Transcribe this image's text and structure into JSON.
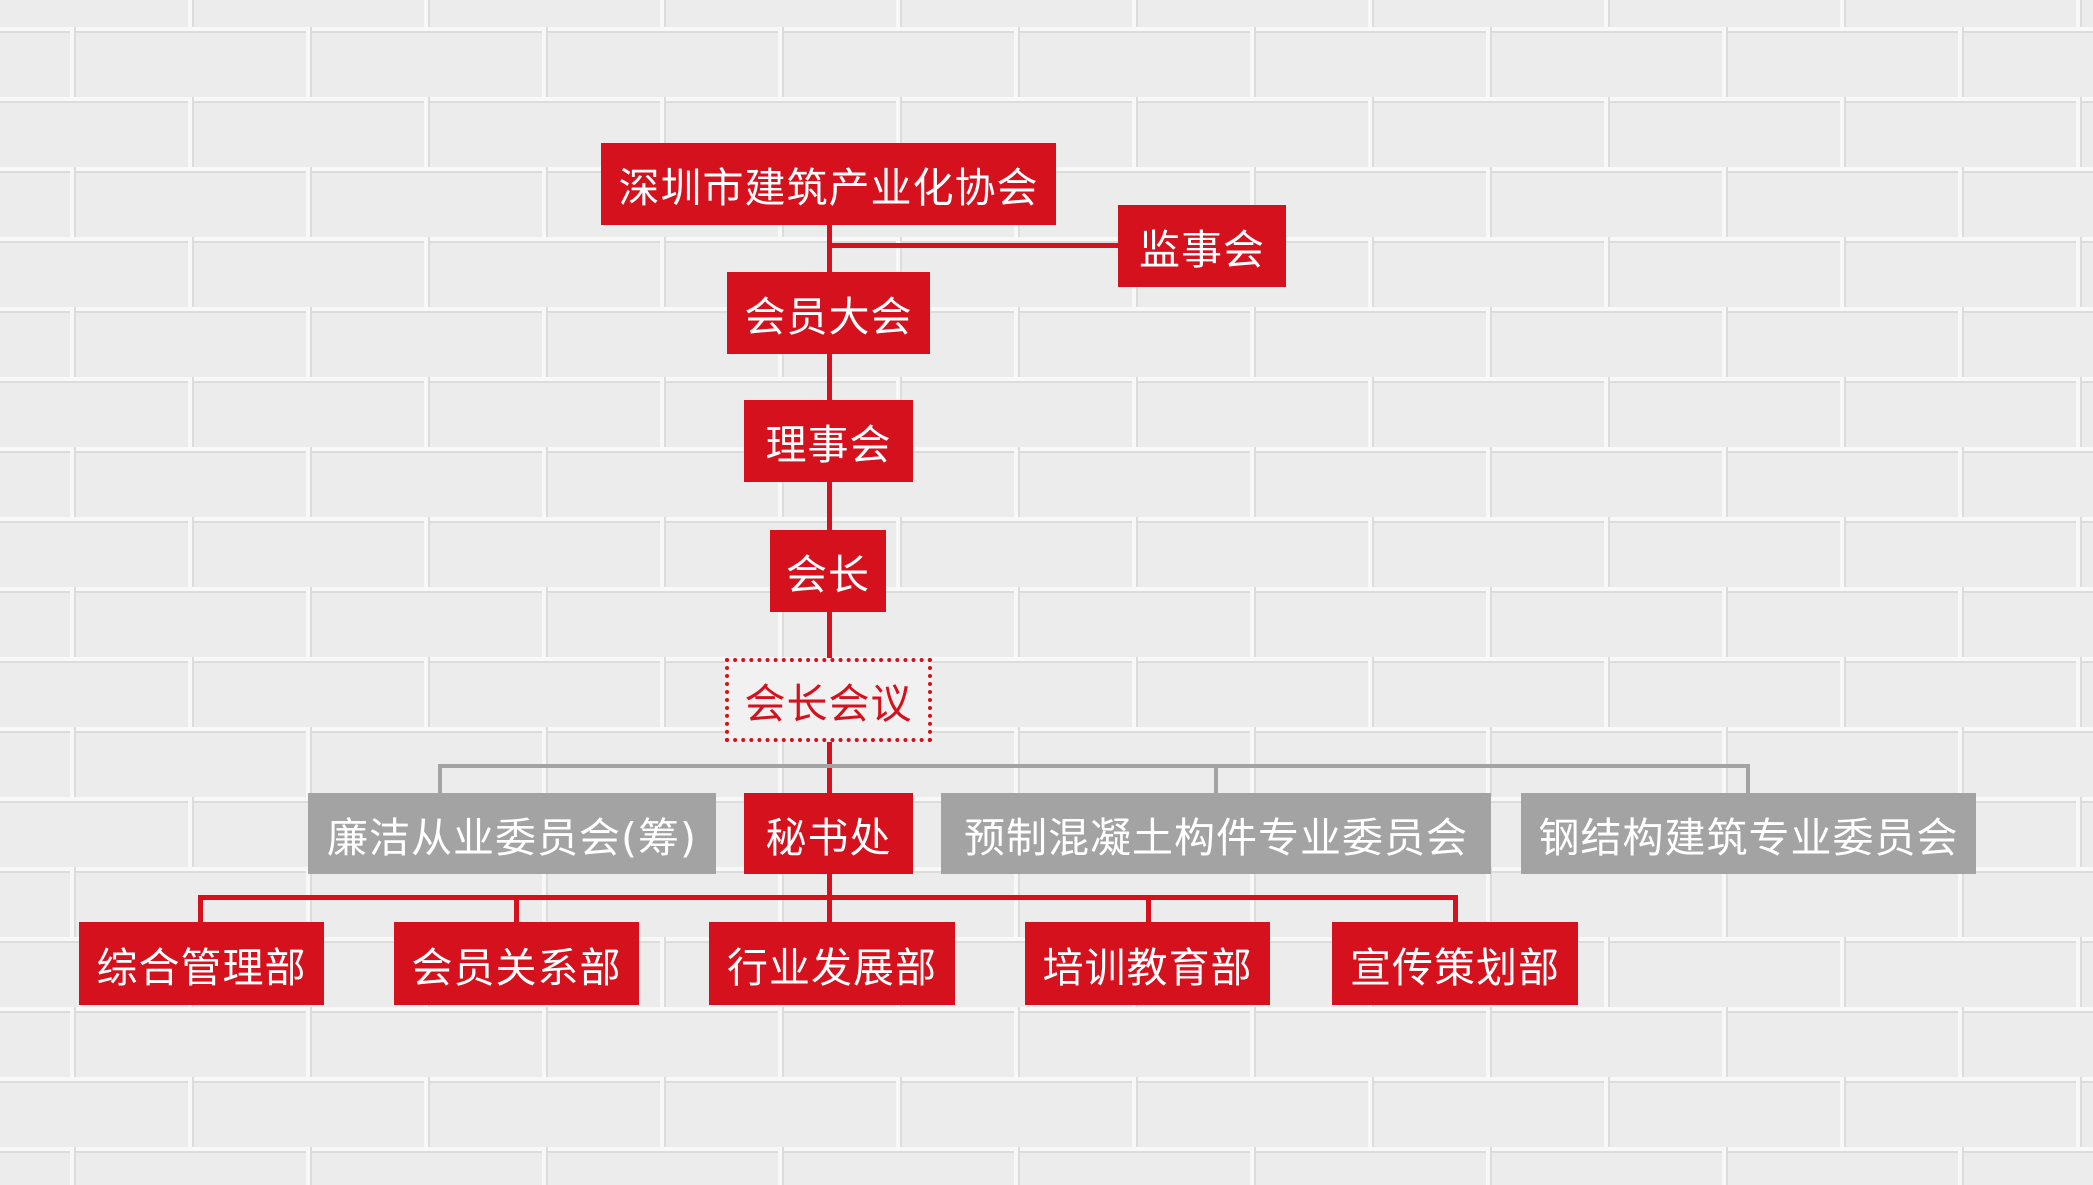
{
  "colors": {
    "red": "#d4111d",
    "gray": "#a3a3a3",
    "wall": "#ececec",
    "mortar": "#f7f7f7"
  },
  "org": {
    "association": "深圳市建筑产业化协会",
    "supervisory_board": "监事会",
    "general_assembly": "会员大会",
    "council": "理事会",
    "president": "会长",
    "presidents_meeting": "会长会议",
    "secretariat": "秘书处",
    "committees": [
      "廉洁从业委员会(筹)",
      "预制混凝土构件专业委员会",
      "钢结构建筑专业委员会"
    ],
    "departments": [
      "综合管理部",
      "会员关系部",
      "行业发展部",
      "培训教育部",
      "宣传策划部"
    ]
  }
}
